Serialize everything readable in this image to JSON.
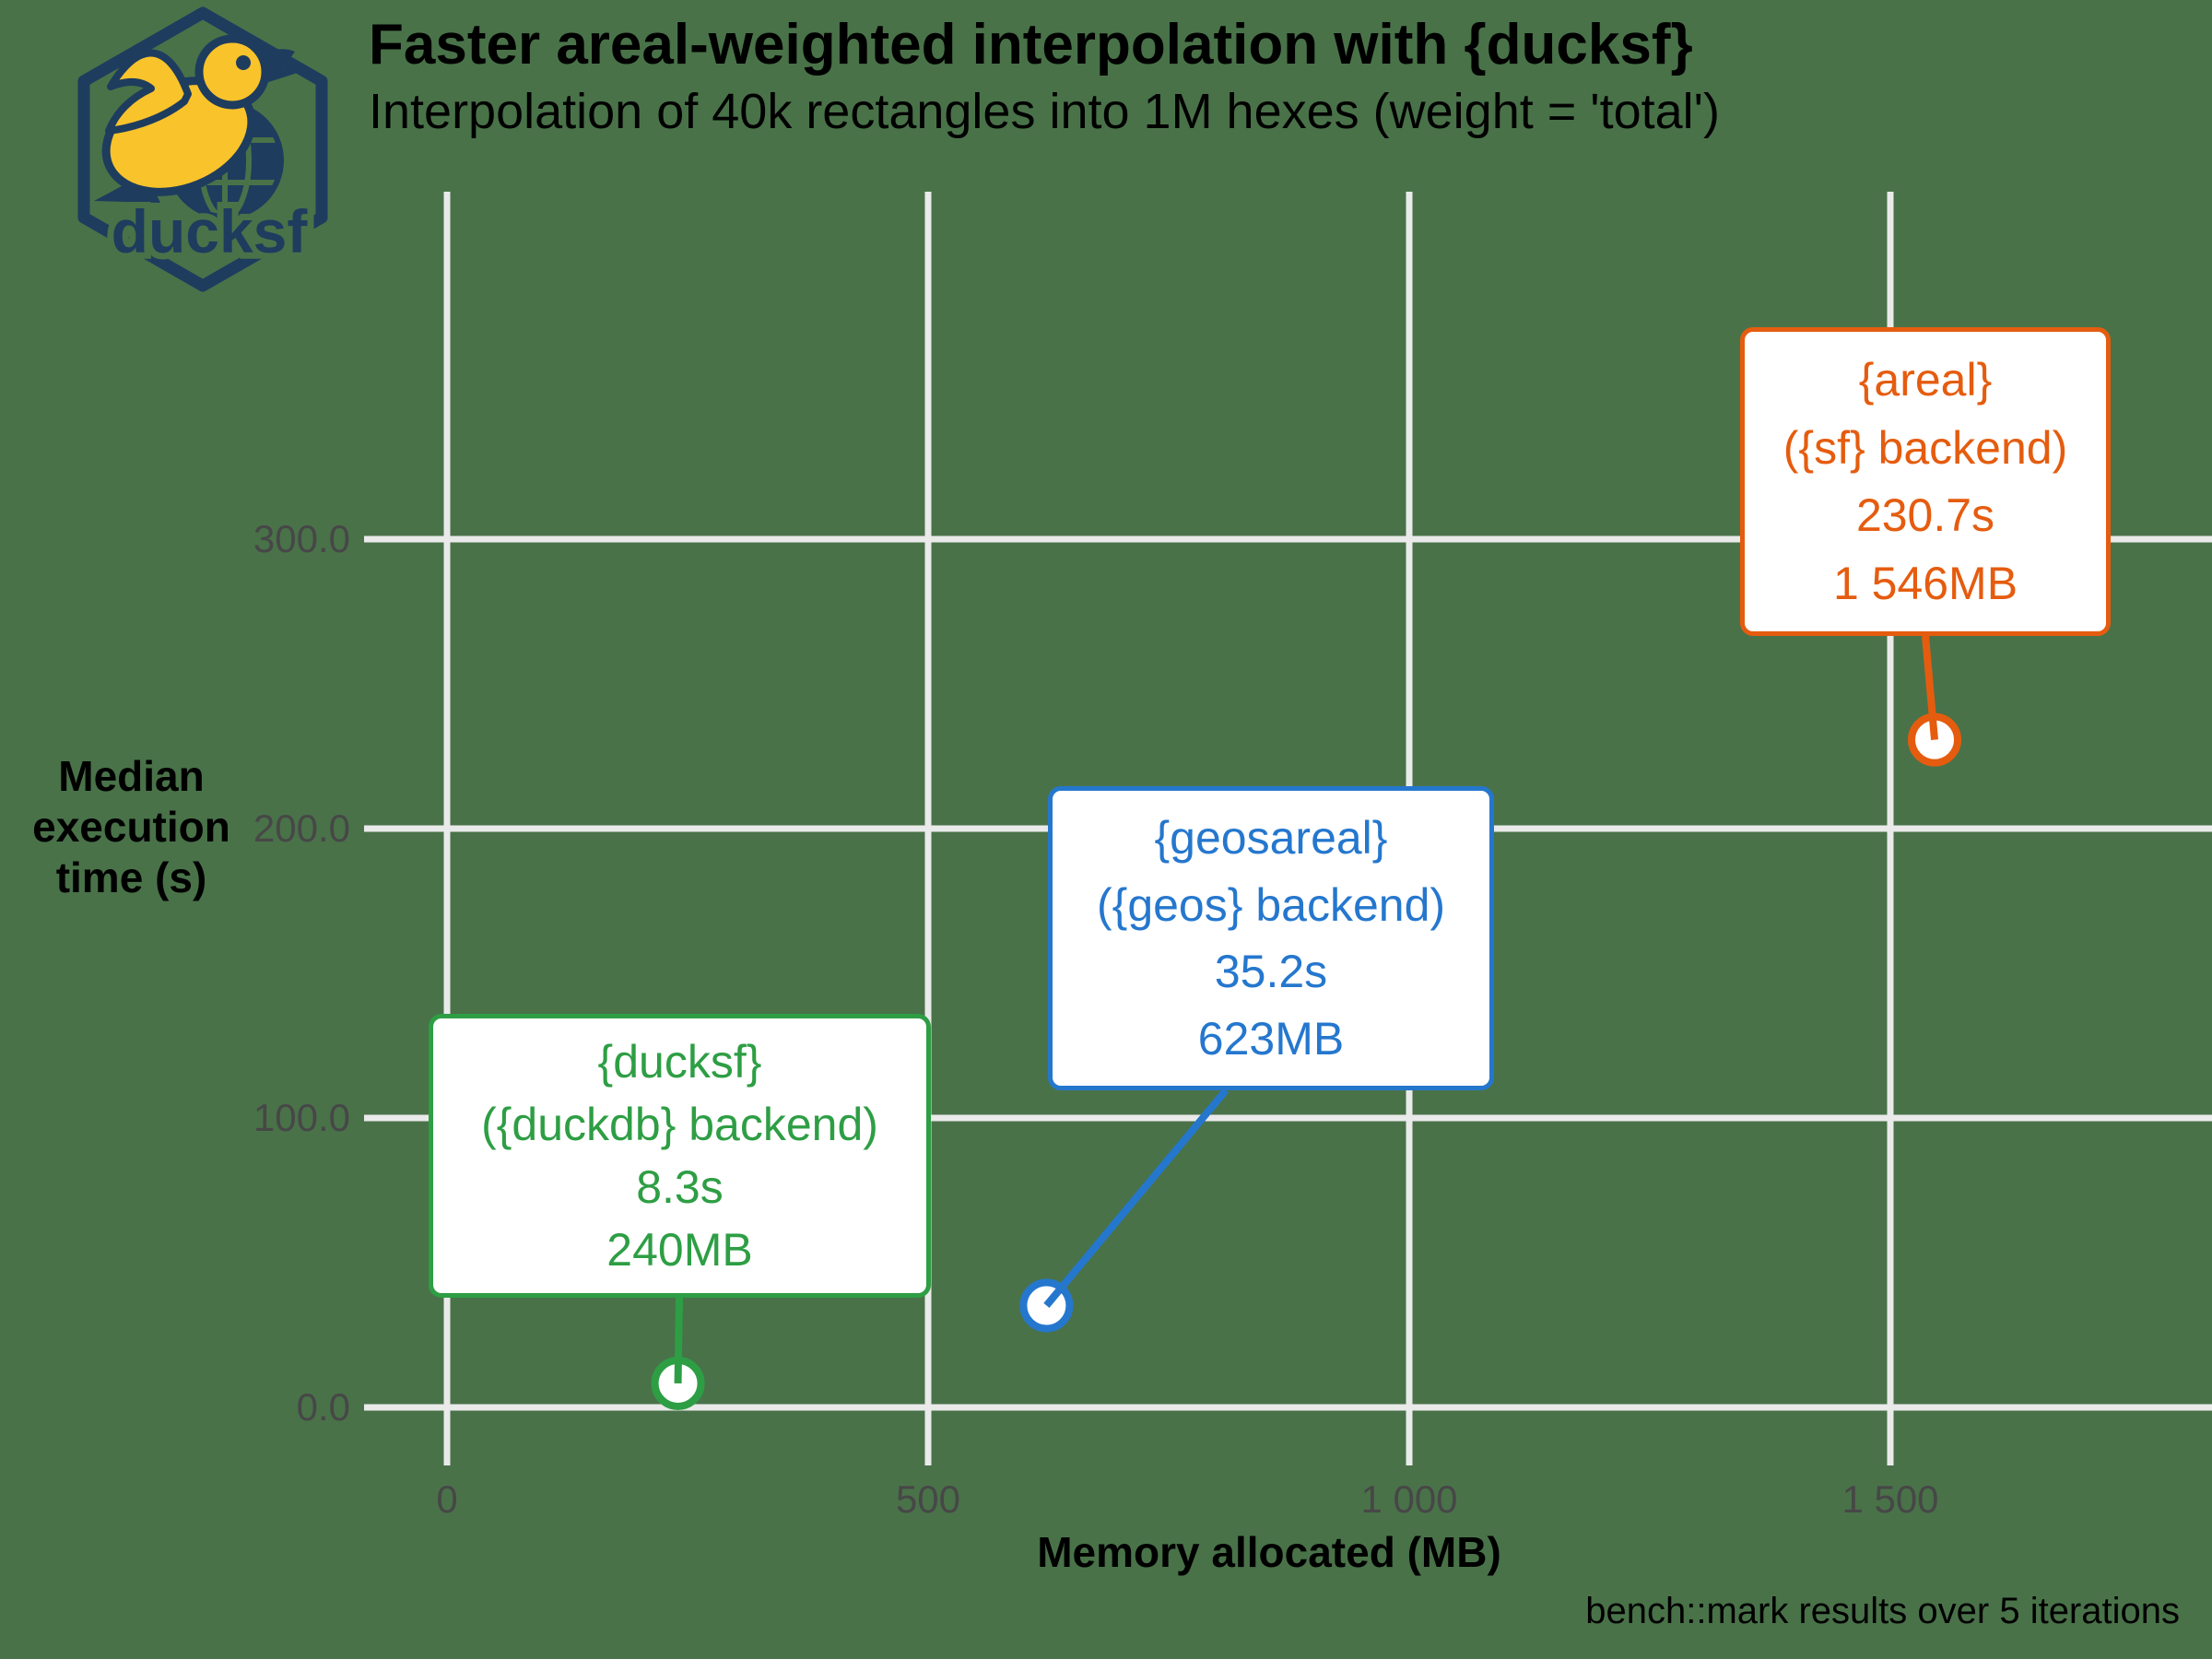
{
  "chart_data": {
    "type": "scatter",
    "title": "Faster areal-weighted interpolation with {ducksf}",
    "subtitle": "Interpolation of 40k rectangles into 1M hexes (weight = 'total')",
    "xlabel": "Memory allocated (MB)",
    "ylabel": "Median\nexecution\ntime (s)",
    "caption": "bench::mark results over 5 iterations",
    "x_axis": {
      "ticks": [
        {
          "value": 0,
          "label": "0"
        },
        {
          "value": 500,
          "label": "500"
        },
        {
          "value": 1000,
          "label": "1 000"
        },
        {
          "value": 1500,
          "label": "1 500"
        }
      ],
      "range_mb": [
        -85,
        1835
      ],
      "grid": true
    },
    "y_axis": {
      "ticks": [
        {
          "value": 0,
          "label": "0.0"
        },
        {
          "value": 100,
          "label": "100.0"
        },
        {
          "value": 200,
          "label": "200.0"
        },
        {
          "value": 300,
          "label": "300.0"
        }
      ],
      "range_s": [
        -20,
        420
      ],
      "grid": true
    },
    "points": [
      {
        "id": "ducksf",
        "name": "{ducksf}",
        "backend": "({duckdb} backend)",
        "time_label": "8.3s",
        "memory_label": "240MB",
        "time_s": 8.3,
        "memory_mb": 240,
        "color": "#2e9e44"
      },
      {
        "id": "geosareal",
        "name": "{geosareal}",
        "backend": "({geos} backend)",
        "time_label": "35.2s",
        "memory_label": "623MB",
        "time_s": 35.2,
        "memory_mb": 623,
        "color": "#2577ce"
      },
      {
        "id": "areal",
        "name": "{areal}",
        "backend": "({sf} backend)",
        "time_label": "230.7s",
        "memory_label": "1 546MB",
        "time_s": 230.7,
        "memory_mb": 1546,
        "color": "#e55c0f"
      }
    ],
    "legend_position": "none",
    "marker_style": "open-circle-white-fill"
  },
  "logo": {
    "text": "ducksf",
    "navy": "#1e3c5e",
    "yellow": "#f9c32b"
  },
  "colors": {
    "background": "#497249",
    "gridline": "#eaeaea",
    "tick_text": "#474747",
    "text": "#000000",
    "box_fill": "#ffffff"
  }
}
